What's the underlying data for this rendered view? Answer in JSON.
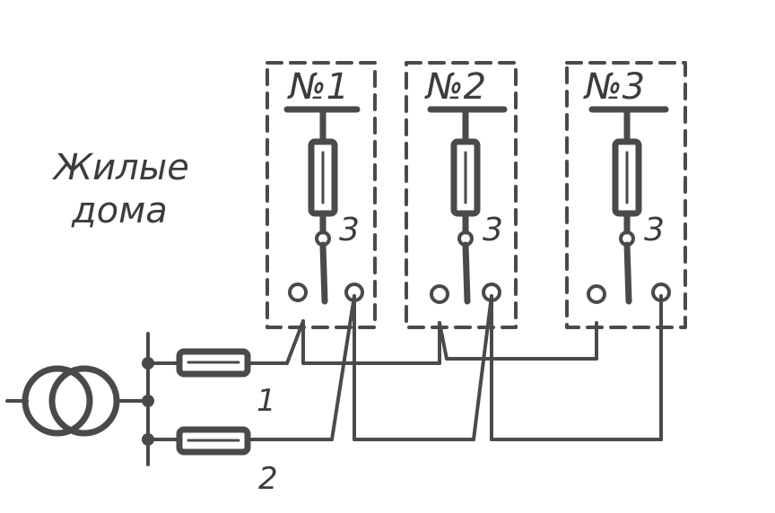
{
  "caption_line1": "Жилые",
  "caption_line2": "дома",
  "houses": [
    {
      "label": "№1",
      "fuse_label": "3"
    },
    {
      "label": "№2",
      "fuse_label": "3"
    },
    {
      "label": "№3",
      "fuse_label": "3"
    }
  ],
  "feeder_labels": [
    "1",
    "2"
  ],
  "ink_color": "#4a4a4a"
}
